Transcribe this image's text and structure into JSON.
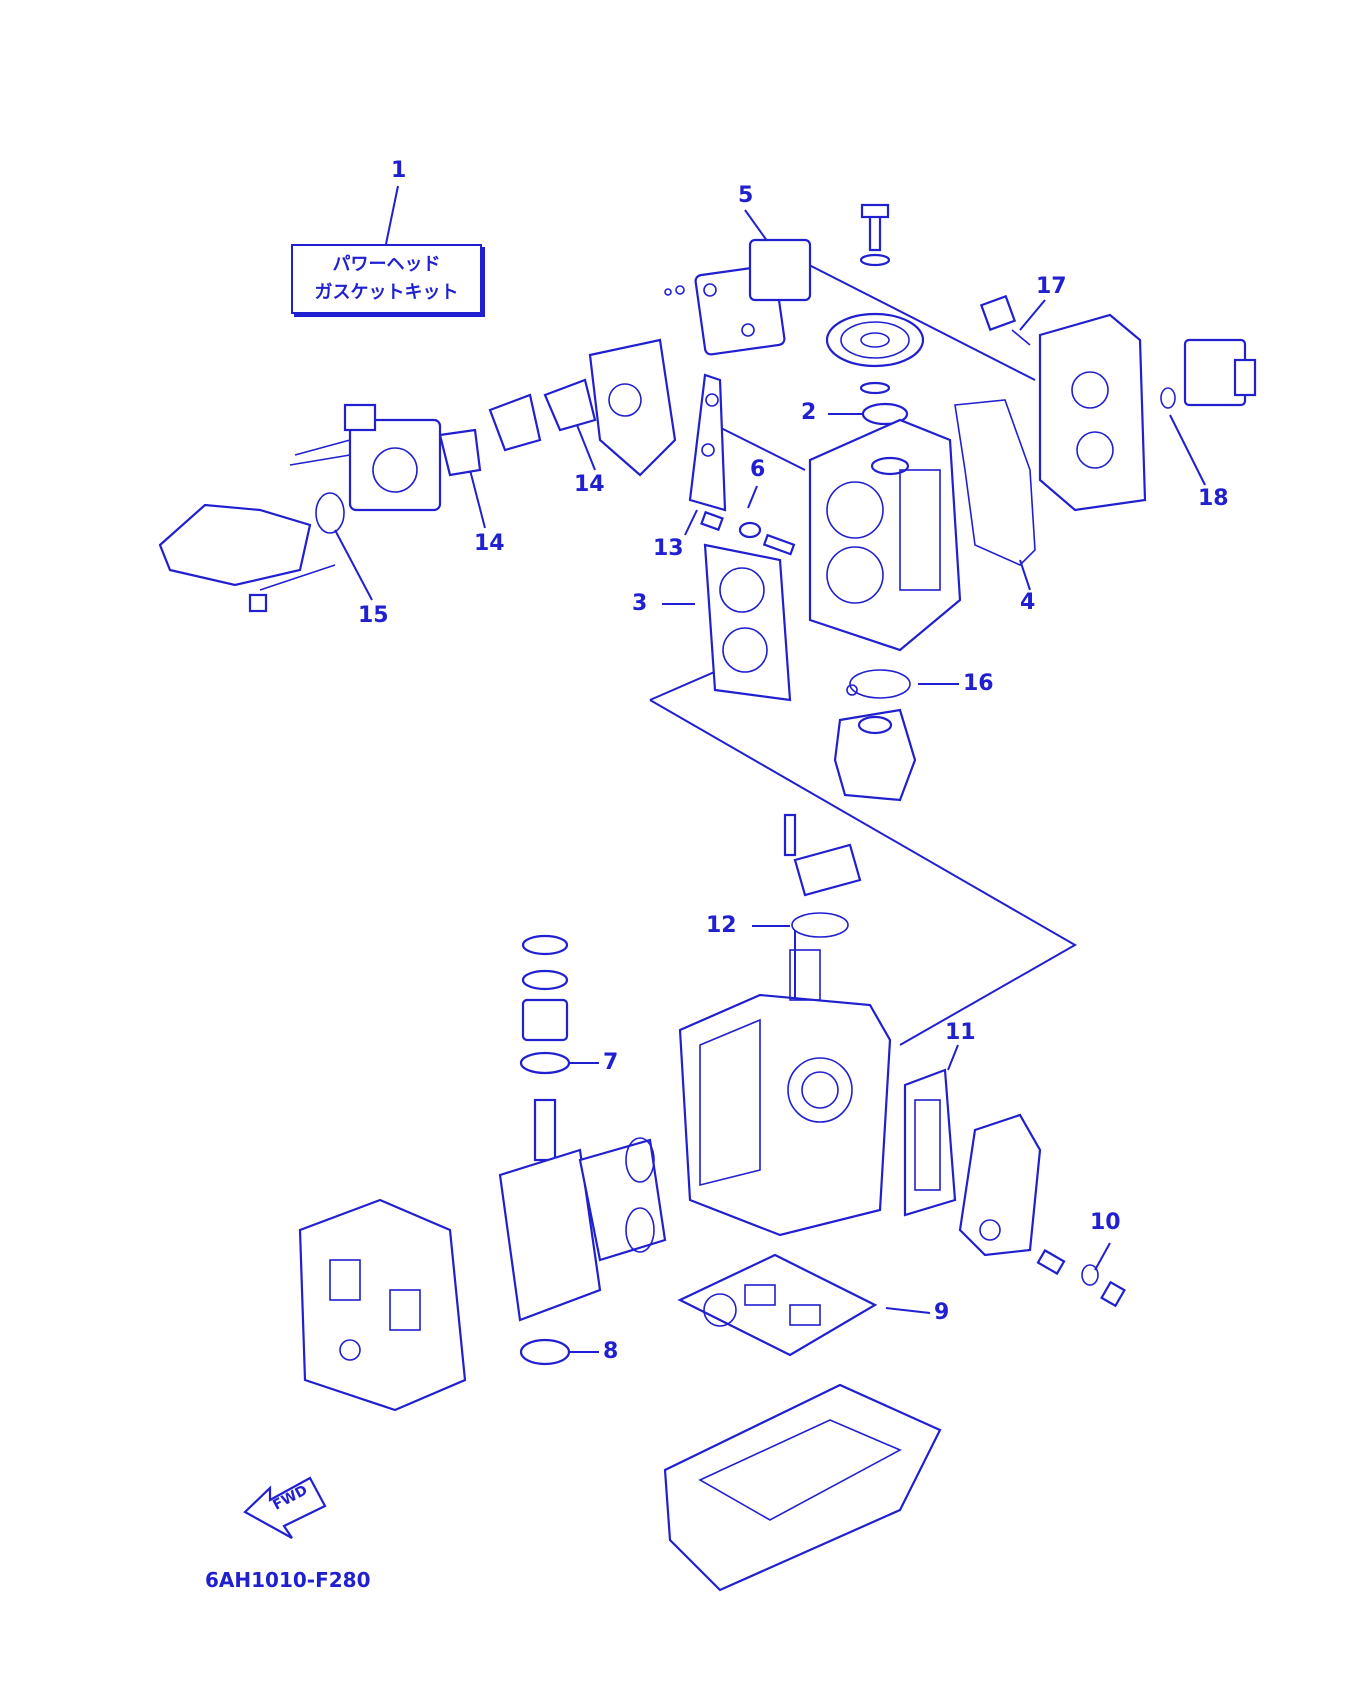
{
  "kit_label": {
    "line1": "パワーヘッド",
    "line2": "ガスケットキット"
  },
  "callouts": [
    "1",
    "2",
    "3",
    "4",
    "5",
    "6",
    "7",
    "8",
    "9",
    "10",
    "11",
    "12",
    "13",
    "14",
    "14",
    "15",
    "16",
    "17",
    "18"
  ],
  "fwd_label": "FWD",
  "diagram_code": "6AH1010-F280",
  "colors": {
    "ink": "#2020d0",
    "background": "#ffffff"
  }
}
